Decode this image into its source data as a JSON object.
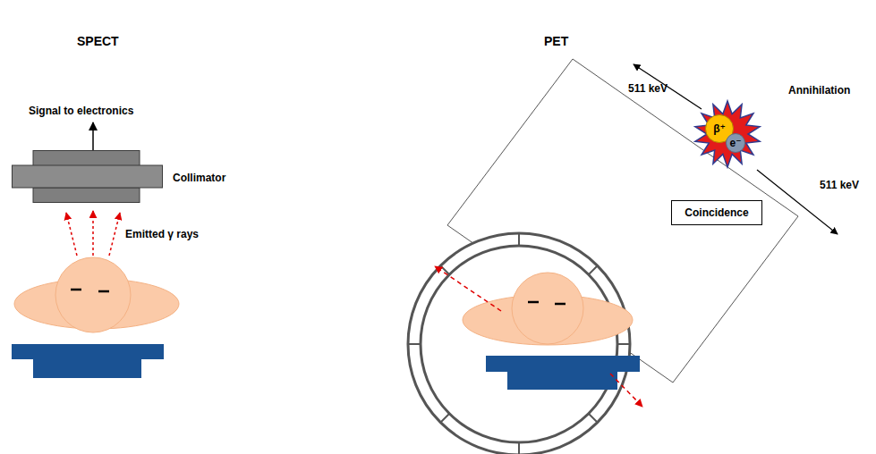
{
  "diagram": {
    "nodes": [
      {
        "text": [
          "Collimator"
        ]
      },
      {
        "text": [
          "Annihilation"
        ]
      },
      {
        "text": [
          "β⁺"
        ],
        "in": 1
      },
      {
        "text": [
          "e⁻"
        ],
        "in": 1
      },
      {
        "text": [
          "Coincidence"
        ]
      }
    ],
    "labels": [
      "SPECT",
      "PET",
      "Signal to electronics",
      "Emitted γ rays",
      "511 keV",
      "511 keV"
    ]
  }
}
